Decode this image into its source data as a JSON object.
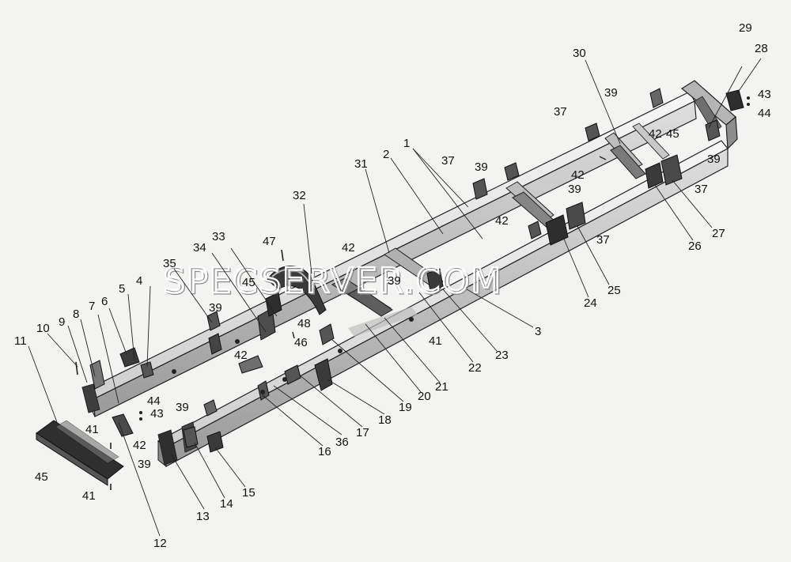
{
  "watermark": "SPECSERVER.COM",
  "labels": [
    "1",
    "2",
    "3",
    "4",
    "5",
    "6",
    "7",
    "8",
    "9",
    "10",
    "11",
    "12",
    "13",
    "14",
    "15",
    "16",
    "17",
    "18",
    "19",
    "20",
    "21",
    "22",
    "23",
    "24",
    "25",
    "26",
    "27",
    "28",
    "29",
    "30",
    "31",
    "32",
    "33",
    "34",
    "35",
    "36",
    "37",
    "39",
    "41",
    "42",
    "43",
    "44",
    "45",
    "46",
    "47",
    "48"
  ]
}
